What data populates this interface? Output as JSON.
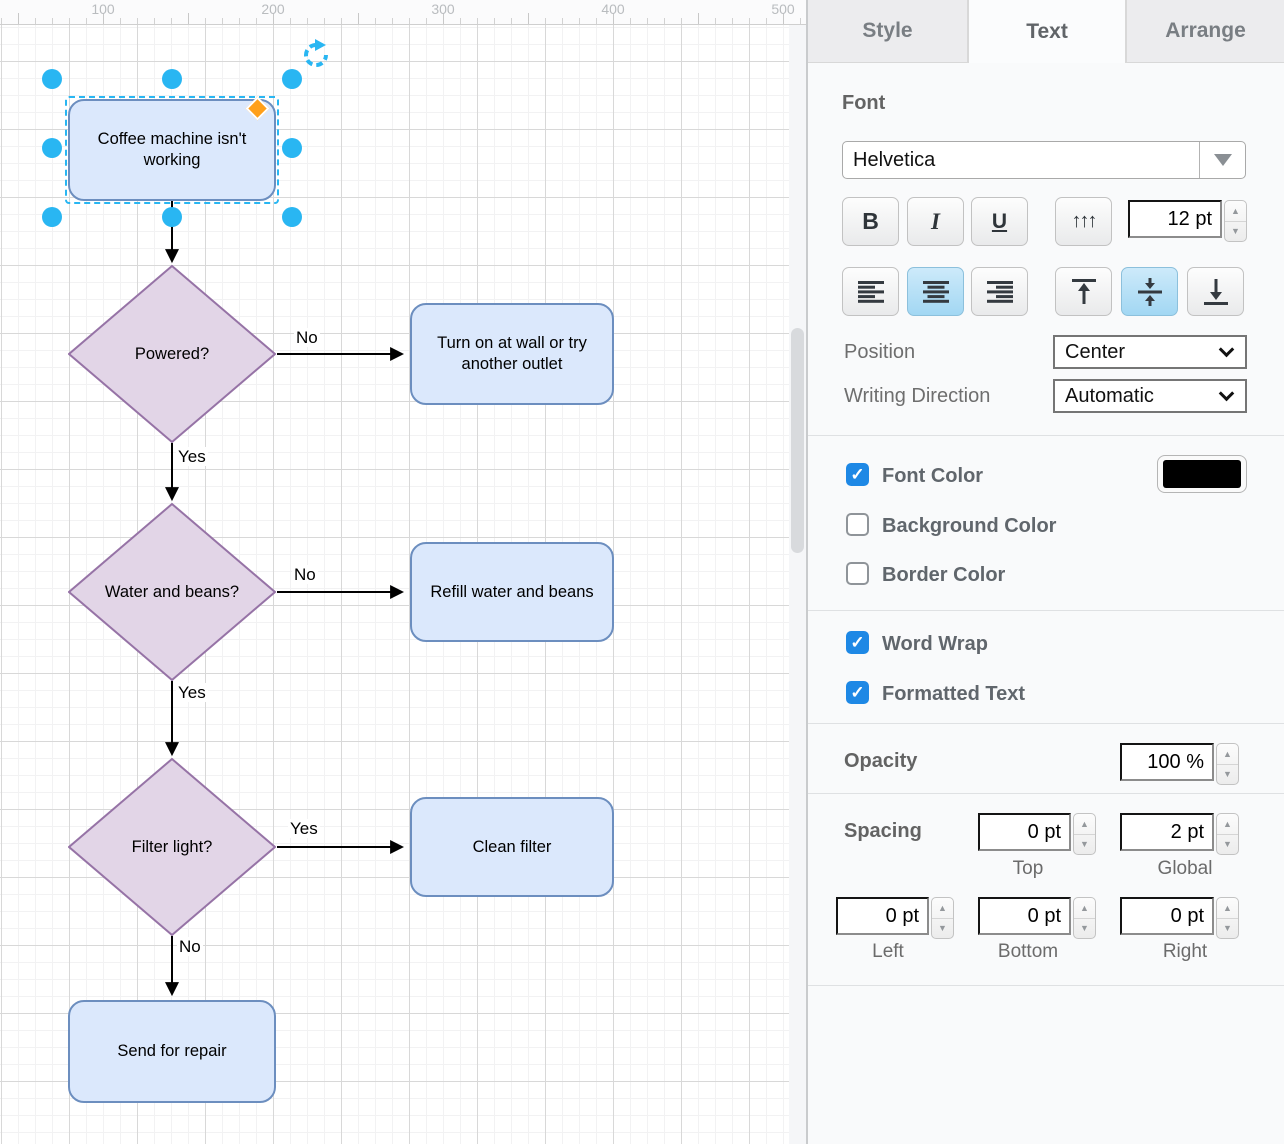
{
  "ruler": {
    "labels": [
      "100",
      "200",
      "300",
      "400",
      "500"
    ]
  },
  "flowchart": {
    "nodes": {
      "start": "Coffee machine isn't working",
      "powered": "Powered?",
      "turn_on": "Turn on at wall or try another outlet",
      "water_beans": "Water and beans?",
      "refill": "Refill water and beans",
      "filter_light": "Filter light?",
      "clean_filter": "Clean filter",
      "send_repair": "Send for repair"
    },
    "edge_labels": {
      "powered_no": "No",
      "powered_yes": "Yes",
      "water_no": "No",
      "water_yes": "Yes",
      "filter_yes": "Yes",
      "filter_no": "No"
    },
    "colors": {
      "process_fill": "#dbe8fc",
      "process_stroke": "#6c8ebf",
      "decision_fill": "#e2d5e7",
      "decision_stroke": "#9673a6",
      "selection_accent": "#29b6f2",
      "rotation_anchor": "#ffa01a"
    }
  },
  "panel": {
    "tabs": {
      "style": "Style",
      "text": "Text",
      "arrange": "Arrange"
    },
    "font_section": {
      "heading": "Font",
      "font_family": "Helvetica",
      "bold_label": "B",
      "italic_label": "I",
      "underline_label": "U",
      "vertical_text_icon": "↑↑↑",
      "font_size": "12 pt"
    },
    "position_row": {
      "label": "Position",
      "value": "Center"
    },
    "writing_direction_row": {
      "label": "Writing Direction",
      "value": "Automatic"
    },
    "color_section": {
      "font_color": {
        "label": "Font Color",
        "checked": true,
        "swatch": "#000000"
      },
      "background_color": {
        "label": "Background Color",
        "checked": false
      },
      "border_color": {
        "label": "Border Color",
        "checked": false
      }
    },
    "text_options": {
      "word_wrap": {
        "label": "Word Wrap",
        "checked": true
      },
      "formatted_text": {
        "label": "Formatted Text",
        "checked": true
      }
    },
    "opacity_row": {
      "label": "Opacity",
      "value": "100 %"
    },
    "spacing_section": {
      "heading": "Spacing",
      "top": {
        "label": "Top",
        "value": "0 pt"
      },
      "global": {
        "label": "Global",
        "value": "2 pt"
      },
      "left": {
        "label": "Left",
        "value": "0 pt"
      },
      "bottom": {
        "label": "Bottom",
        "value": "0 pt"
      },
      "right": {
        "label": "Right",
        "value": "0 pt"
      }
    },
    "checkmark": "✓"
  }
}
